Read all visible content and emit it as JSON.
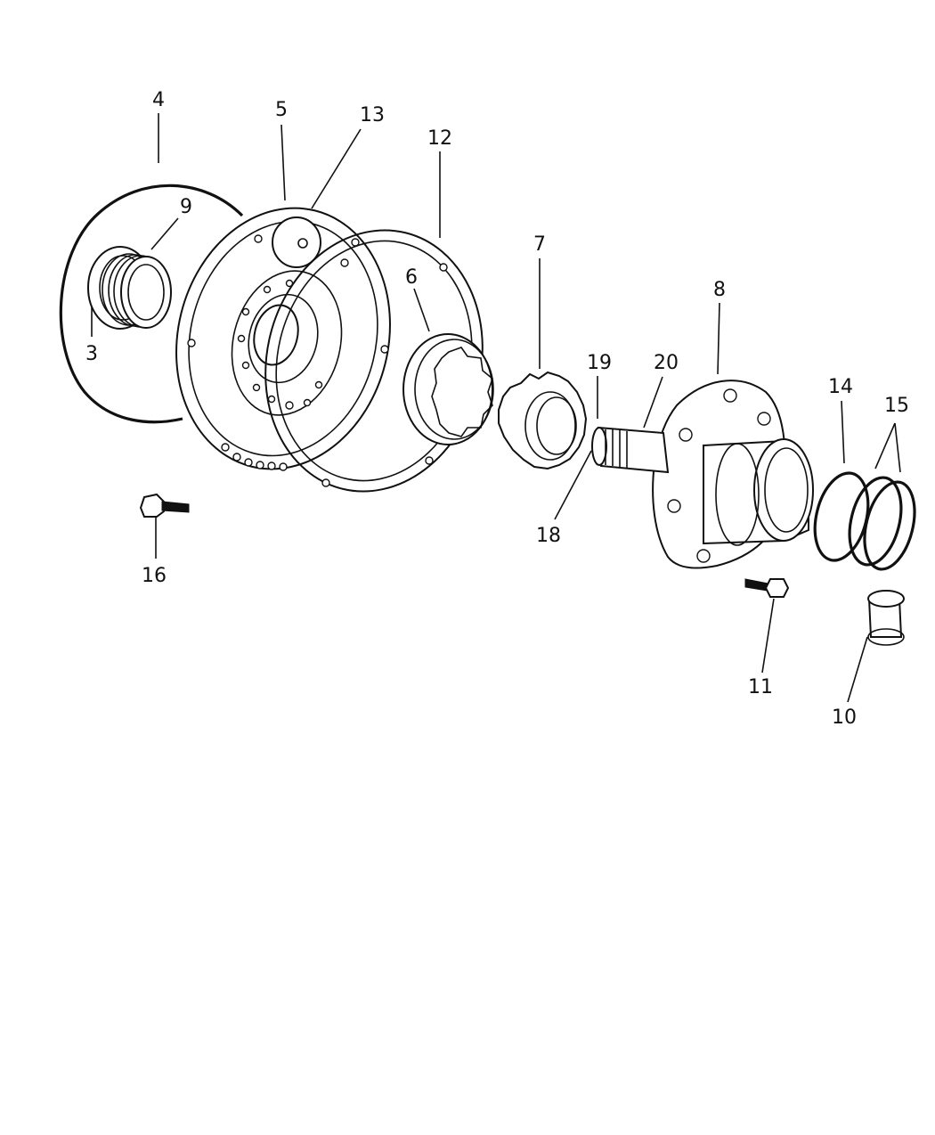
{
  "callouts": {
    "c3": "3",
    "c4": "4",
    "c5": "5",
    "c6": "6",
    "c7": "7",
    "c8": "8",
    "c9": "9",
    "c10": "10",
    "c11": "11",
    "c12": "12",
    "c13": "13",
    "c14": "14",
    "c15": "15",
    "c16": "16",
    "c18": "18",
    "c19": "19",
    "c20": "20"
  }
}
